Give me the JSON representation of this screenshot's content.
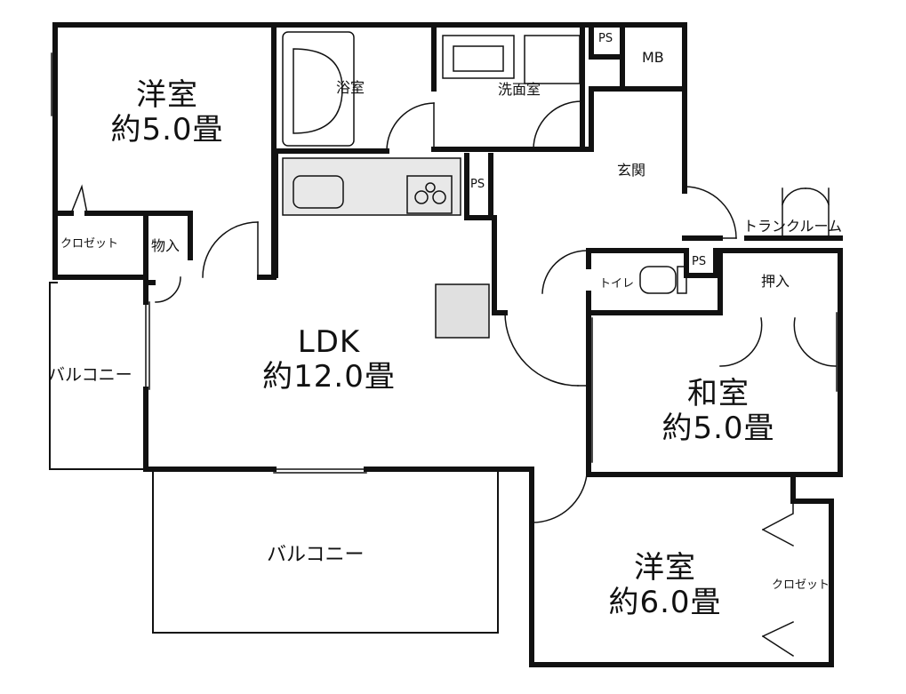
{
  "rooms": {
    "western_room_1": {
      "name": "洋室",
      "size": "約5.0畳"
    },
    "bath": {
      "name": "浴室"
    },
    "washroom": {
      "name": "洗面室"
    },
    "ps_top": {
      "name": "PS"
    },
    "mb": {
      "name": "MB"
    },
    "ps_kitchen": {
      "name": "PS"
    },
    "entrance": {
      "name": "玄関"
    },
    "trunk_room": {
      "name": "トランクルーム"
    },
    "closet_1": {
      "name": "クロゼット"
    },
    "storage_small": {
      "name": "物入"
    },
    "toilet": {
      "name": "トイレ"
    },
    "ps_toilet": {
      "name": "PS"
    },
    "oshiire": {
      "name": "押入"
    },
    "ldk": {
      "name": "LDK",
      "size": "約12.0畳"
    },
    "balcony_side": {
      "name": "バルコニー"
    },
    "japanese_room": {
      "name": "和室",
      "size": "約5.0畳"
    },
    "balcony_main": {
      "name": "バルコニー"
    },
    "western_room_2": {
      "name": "洋室",
      "size": "約6.0畳"
    },
    "closet_2": {
      "name": "クロゼット"
    }
  }
}
